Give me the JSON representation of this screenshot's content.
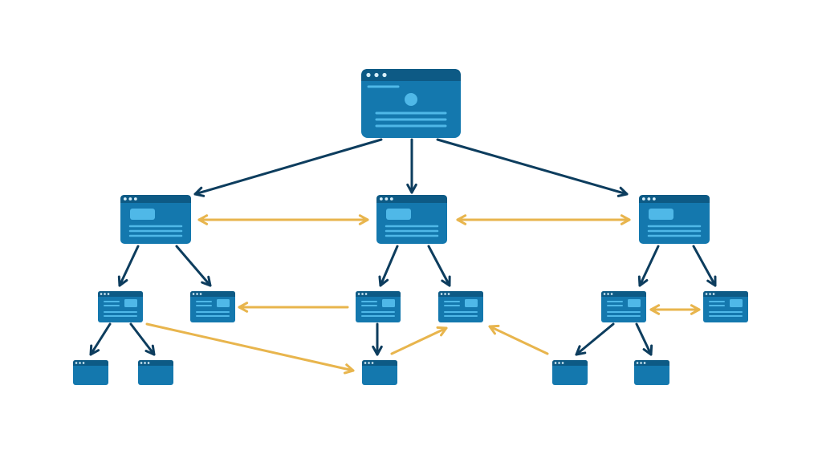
{
  "diagram": {
    "type": "site-structure-tree",
    "text": [],
    "colors": {
      "page_body": "#1478ae",
      "page_header": "#0d5a85",
      "page_detail": "#4fb8e8",
      "page_dot": "#d6eef9",
      "hierarchy_arrow": "#0d3d5e",
      "internal_link_arrow": "#e8b54d",
      "background": "#ffffff"
    },
    "levels": [
      {
        "level": 0,
        "pages": [
          "home"
        ]
      },
      {
        "level": 1,
        "pages": [
          "category-left",
          "category-center",
          "category-right"
        ]
      },
      {
        "level": 2,
        "pages": [
          "sub-l1",
          "sub-l2",
          "sub-c1",
          "sub-c2",
          "sub-r1",
          "sub-r2"
        ]
      },
      {
        "level": 3,
        "pages": [
          "leaf-1",
          "leaf-2",
          "leaf-3",
          "leaf-4",
          "leaf-5"
        ]
      }
    ],
    "hierarchy_links": [
      {
        "from": "home",
        "to": "category-left"
      },
      {
        "from": "home",
        "to": "category-center"
      },
      {
        "from": "home",
        "to": "category-right"
      },
      {
        "from": "category-left",
        "to": "sub-l1"
      },
      {
        "from": "category-left",
        "to": "sub-l2"
      },
      {
        "from": "category-center",
        "to": "sub-c1"
      },
      {
        "from": "category-center",
        "to": "sub-c2"
      },
      {
        "from": "category-right",
        "to": "sub-r1"
      },
      {
        "from": "category-right",
        "to": "sub-r2"
      },
      {
        "from": "sub-l1",
        "to": "leaf-1"
      },
      {
        "from": "sub-l1",
        "to": "leaf-2"
      },
      {
        "from": "sub-c1",
        "to": "leaf-3"
      },
      {
        "from": "sub-r1",
        "to": "leaf-4"
      },
      {
        "from": "sub-r1",
        "to": "leaf-5"
      }
    ],
    "internal_links": [
      {
        "from": "category-left",
        "to": "category-center",
        "bidirectional": true
      },
      {
        "from": "category-center",
        "to": "category-right",
        "bidirectional": true
      },
      {
        "from": "sub-c1",
        "to": "sub-l2",
        "bidirectional": false
      },
      {
        "from": "sub-r1",
        "to": "sub-r2",
        "bidirectional": true
      },
      {
        "from": "sub-l1",
        "to": "leaf-3",
        "bidirectional": false
      },
      {
        "from": "leaf-3",
        "to": "sub-c2",
        "bidirectional": false
      },
      {
        "from": "leaf-4",
        "to": "sub-c2",
        "bidirectional": false
      }
    ]
  }
}
